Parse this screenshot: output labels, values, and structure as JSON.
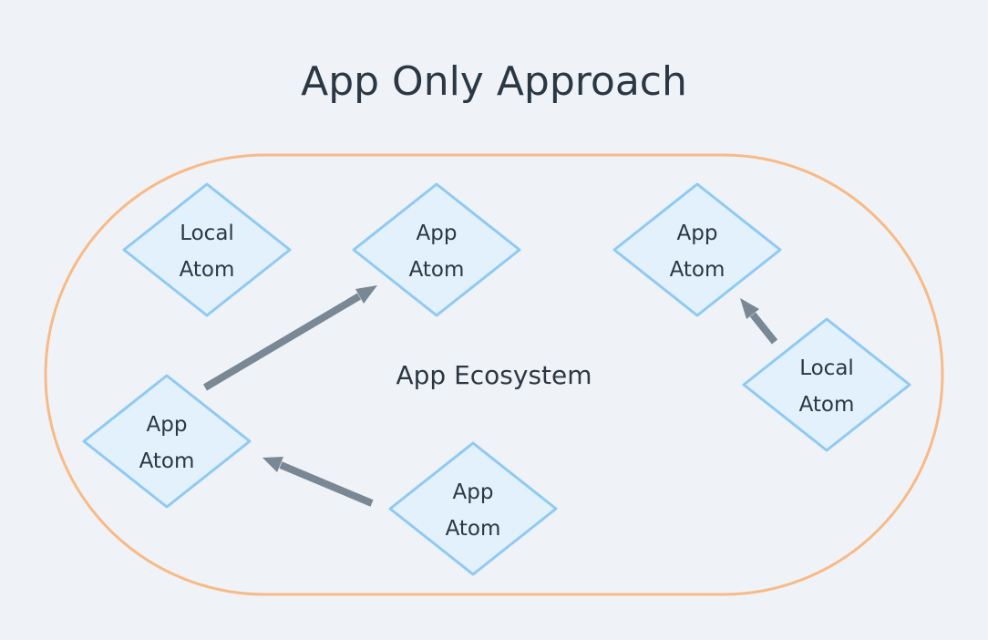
{
  "title": "App Only Approach",
  "region": {
    "label": "App Ecosystem"
  },
  "nodes": [
    {
      "id": "n1",
      "lines": [
        "Local",
        "Atom"
      ]
    },
    {
      "id": "n2",
      "lines": [
        "App",
        "Atom"
      ]
    },
    {
      "id": "n3",
      "lines": [
        "App",
        "Atom"
      ]
    },
    {
      "id": "n4",
      "lines": [
        "App",
        "Atom"
      ]
    },
    {
      "id": "n5",
      "lines": [
        "Local",
        "Atom"
      ]
    },
    {
      "id": "n6",
      "lines": [
        "App",
        "Atom"
      ]
    }
  ],
  "edges": [
    {
      "from": "n4",
      "to": "n2"
    },
    {
      "from": "n6",
      "to": "n4"
    },
    {
      "from": "n5",
      "to": "n3"
    }
  ],
  "colors": {
    "background": "#eff3f7",
    "ecosystem_stroke": "#f8ba87",
    "node_fill": "#e3f1fc",
    "node_stroke": "#8fcaf3",
    "arrow": "#7a8794",
    "text": "#2c3744"
  }
}
